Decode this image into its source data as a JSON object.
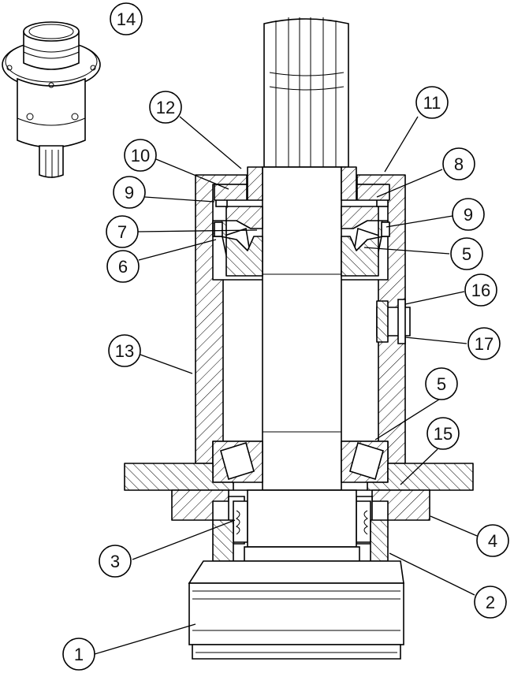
{
  "diagram": {
    "callouts": [
      {
        "id": "c1",
        "label": "1"
      },
      {
        "id": "c2",
        "label": "2"
      },
      {
        "id": "c3",
        "label": "3"
      },
      {
        "id": "c4",
        "label": "4"
      },
      {
        "id": "c5a",
        "label": "5"
      },
      {
        "id": "c5b",
        "label": "5"
      },
      {
        "id": "c6",
        "label": "6"
      },
      {
        "id": "c7",
        "label": "7"
      },
      {
        "id": "c8",
        "label": "8"
      },
      {
        "id": "c9a",
        "label": "9"
      },
      {
        "id": "c9b",
        "label": "9"
      },
      {
        "id": "c10",
        "label": "10"
      },
      {
        "id": "c11",
        "label": "11"
      },
      {
        "id": "c12",
        "label": "12"
      },
      {
        "id": "c13",
        "label": "13"
      },
      {
        "id": "c14",
        "label": "14"
      },
      {
        "id": "c15",
        "label": "15"
      },
      {
        "id": "c16",
        "label": "16"
      },
      {
        "id": "c17",
        "label": "17"
      }
    ],
    "colors": {
      "line": "#000000",
      "background": "#ffffff"
    }
  }
}
